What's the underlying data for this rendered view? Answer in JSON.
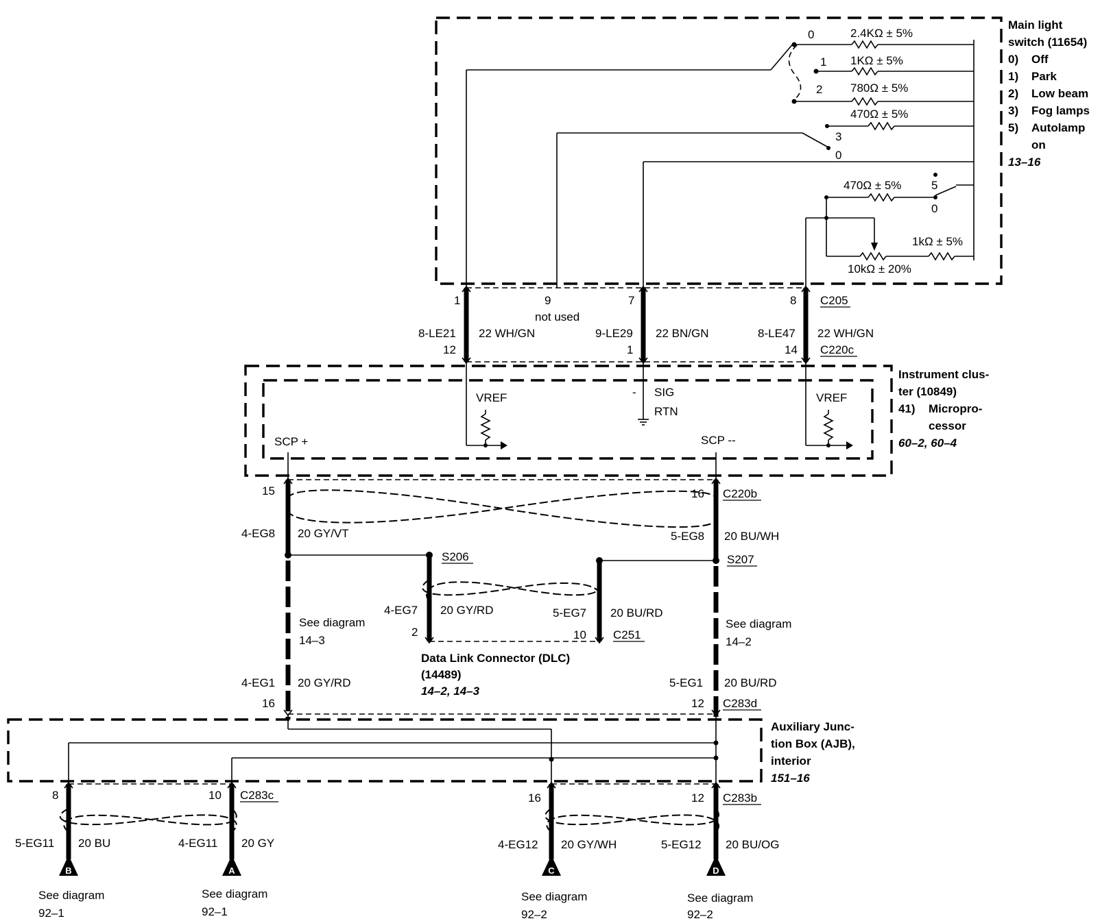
{
  "main_switch": {
    "title1": "Main light",
    "title2": "switch (11654)",
    "pos0": "0)",
    "pos0_label": "Off",
    "pos1": "1)",
    "pos1_label": "Park",
    "pos2": "2)",
    "pos2_label": "Low beam",
    "pos3": "3)",
    "pos3_label": "Fog lamps",
    "pos5": "5)",
    "pos5_label": "Autolamp",
    "pos5_label2": "on",
    "ref": "13–16",
    "r1": "2.4KΩ ± 5%",
    "r2": "1KΩ ± 5%",
    "r3": "780Ω ± 5%",
    "r4": "470Ω ± 5%",
    "r5": "470Ω ± 5%",
    "r6": "1kΩ ± 5%",
    "r7": "10kΩ ± 20%",
    "sw1_p0": "0",
    "sw1_p1": "1",
    "sw1_p2": "2",
    "sw2_p3": "3",
    "sw2_p0": "0",
    "sw3_p5": "5",
    "sw3_p0": "0"
  },
  "c205": {
    "name": "C205",
    "pin1": "1",
    "pin9": "9",
    "pin7": "7",
    "pin8": "8",
    "not_used": "not used"
  },
  "c220c": {
    "name": "C220c",
    "pin12": "12",
    "pin1": "1",
    "pin14": "14"
  },
  "wires_top": {
    "w1_circuit": "8-LE21",
    "w1_gauge": "22 WH/GN",
    "w2_circuit": "9-LE29",
    "w2_gauge": "22 BN/GN",
    "w3_circuit": "8-LE47",
    "w3_gauge": "22 WH/GN"
  },
  "cluster": {
    "title1": "Instrument clus-",
    "title2": "ter (10849)",
    "sub_num": "41)",
    "sub1": "Micropro-",
    "sub2": "cessor",
    "ref": "60–2, 60–4",
    "vref1": "VREF",
    "vref2": "VREF",
    "sig": "SIG",
    "rtn": "RTN",
    "minus": "-",
    "scp_plus": "SCP +",
    "scp_minus": "SCP --"
  },
  "c220b": {
    "name": "C220b",
    "pin15": "15",
    "pin16": "16"
  },
  "scp_wires": {
    "l_circuit": "4-EG8",
    "l_gauge": "20 GY/VT",
    "r_circuit": "5-EG8",
    "r_gauge": "20 BU/WH"
  },
  "splices": {
    "s206": "S206",
    "s207": "S207"
  },
  "dlc": {
    "l_circuit": "4-EG7",
    "l_gauge": "20 GY/RD",
    "r_circuit": "5-EG7",
    "r_gauge": "20 BU/RD",
    "pin2": "2",
    "pin10": "10",
    "connector": "C251",
    "title": "Data Link Connector (DLC)",
    "num": "(14489)",
    "ref": "14–2, 14–3"
  },
  "see_diagrams_mid": {
    "left1": "See diagram",
    "left2": "14–3",
    "right1": "See diagram",
    "right2": "14–2"
  },
  "eg1": {
    "l_circuit": "4-EG1",
    "l_gauge": "20 GY/RD",
    "r_circuit": "5-EG1",
    "r_gauge": "20 BU/RD",
    "pin16": "16",
    "pin12": "12",
    "connector": "C283d"
  },
  "ajb": {
    "title1": "Auxiliary Junc-",
    "title2": "tion Box (AJB),",
    "title3": "interior",
    "ref": "151–16"
  },
  "bottom": {
    "c283c": "C283c",
    "c283b": "C283b",
    "pin8": "8",
    "pin10": "10",
    "pin16": "16",
    "pin12": "12",
    "b_circuit": "5-EG11",
    "b_gauge": "20 BU",
    "a_circuit": "4-EG11",
    "a_gauge": "20 GY",
    "c_circuit": "4-EG12",
    "c_gauge": "20 GY/WH",
    "d_circuit": "5-EG12",
    "d_gauge": "20 BU/OG",
    "tag_b": "B",
    "tag_a": "A",
    "tag_c": "C",
    "tag_d": "D",
    "see_b1": "See diagram",
    "see_b2": "92–1",
    "see_a1": "See diagram",
    "see_a2": "92–1",
    "see_c1": "See diagram",
    "see_c2": "92–2",
    "see_d1": "See diagram",
    "see_d2": "92–2"
  }
}
